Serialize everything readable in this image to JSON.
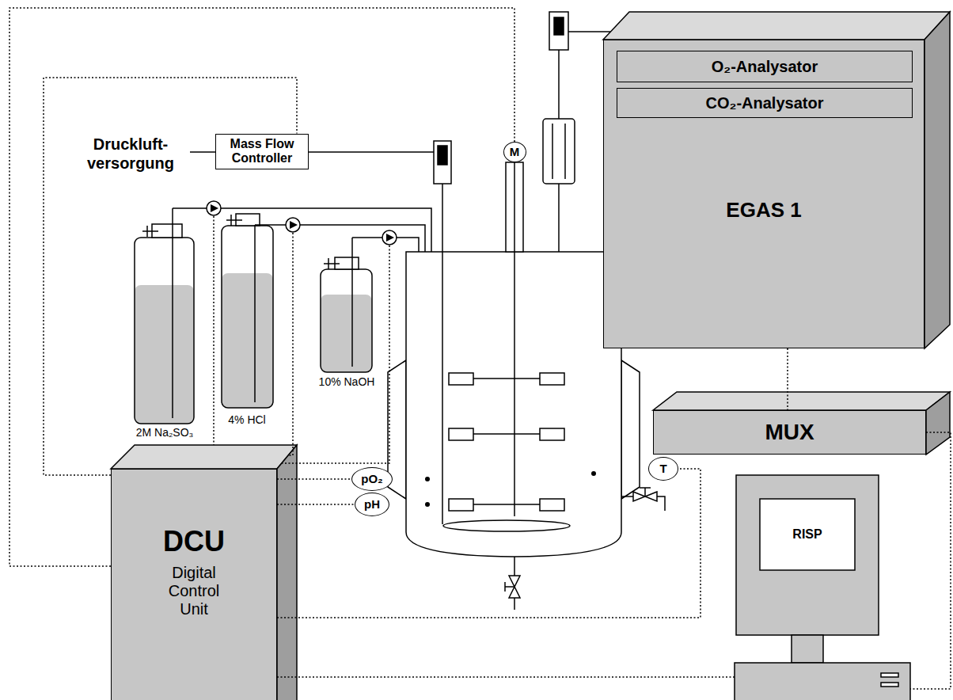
{
  "diagram": {
    "nodes": [
      {
        "text": [
          "Mass Flow Controller"
        ]
      },
      {
        "text": [
          "M"
        ]
      },
      {
        "text": [
          "EGAS 1"
        ]
      },
      {
        "text": [
          "O₂-Analysator"
        ],
        "in": 2
      },
      {
        "text": [
          "CO₂-Analysator"
        ],
        "in": 2
      },
      {
        "text": [
          "MUX"
        ]
      },
      {
        "text": [
          "DCU",
          "Digital Control Unit"
        ]
      },
      {
        "text": [
          "pO₂"
        ]
      },
      {
        "text": [
          "pH"
        ]
      },
      {
        "text": [
          "T"
        ]
      },
      {
        "text": [
          "RISP"
        ]
      }
    ],
    "edges": [
      {
        "from": 6,
        "to": 0,
        "arrow": "none"
      },
      {
        "from": 6,
        "to": 1,
        "arrow": "none"
      },
      {
        "from": 2,
        "to": 5,
        "arrow": "none"
      },
      {
        "from": 5,
        "to": 10,
        "arrow": "none"
      },
      {
        "from": 6,
        "to": 7,
        "arrow": "none"
      },
      {
        "from": 6,
        "to": 8,
        "arrow": "none"
      },
      {
        "from": 6,
        "to": 9,
        "arrow": "none"
      },
      {
        "from": 6,
        "to": 10,
        "arrow": "none"
      }
    ],
    "labels": [
      "Druckluft- versorgung",
      "2M Na₂SO₃",
      "4% HCl",
      "10% NaOH"
    ]
  }
}
